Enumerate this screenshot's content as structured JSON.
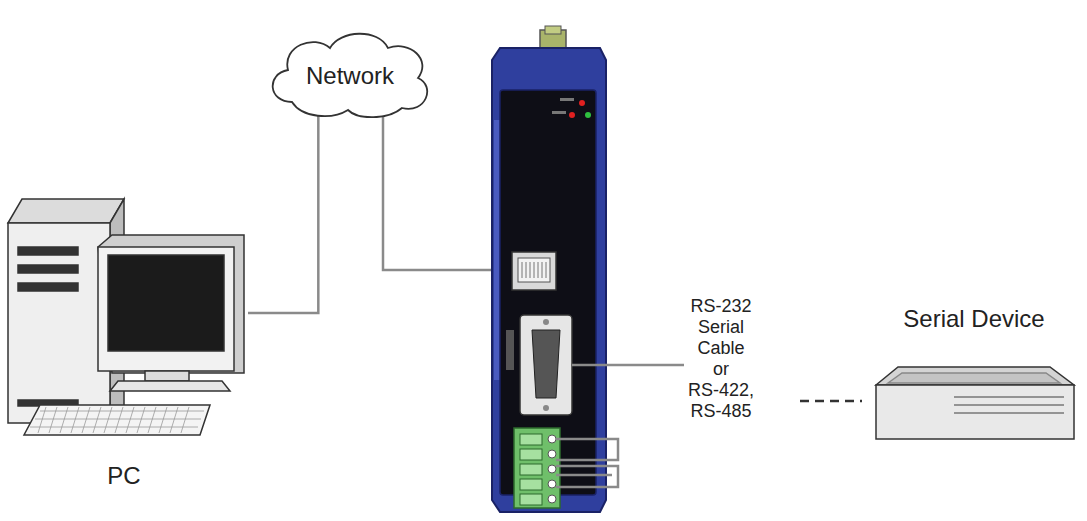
{
  "diagram": {
    "nodes": [
      {
        "text": [
          "Network"
        ]
      },
      {
        "text": [
          "PC"
        ]
      },
      {
        "text": [
          "Serial Device"
        ]
      }
    ],
    "edges": [
      {
        "from": 1,
        "to": 0,
        "arrow": "none"
      }
    ],
    "labels": [
      "RS-232 Serial Cable or RS-422, RS-485"
    ]
  }
}
